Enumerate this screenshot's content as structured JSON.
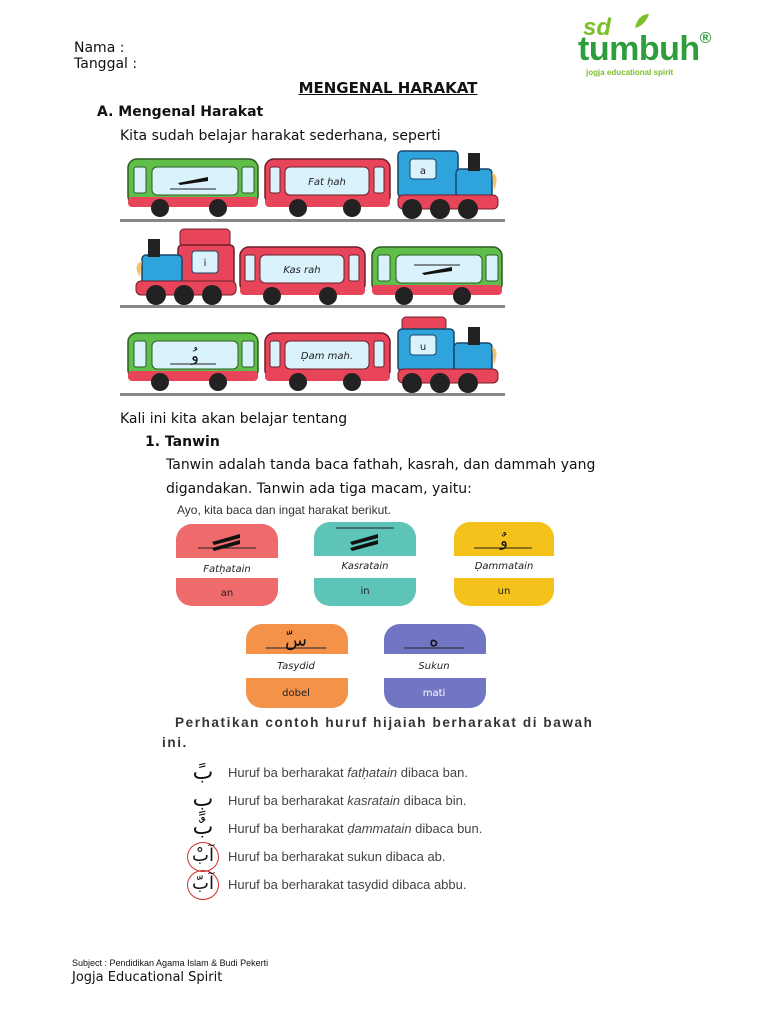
{
  "header": {
    "nama_label": "Nama :",
    "tanggal_label": "Tanggal :"
  },
  "logo": {
    "sd": "sd",
    "name": "tumbuh",
    "registered": "®",
    "tagline": "jogja educational spirit",
    "colors": {
      "primary": "#2e9e3c",
      "accent": "#7cbf2a"
    }
  },
  "title": "MENGENAL HARAKAT",
  "section_a": {
    "heading": "A. Mengenal Harakat",
    "intro": "Kita sudah belajar harakat sederhana, seperti",
    "trains": [
      {
        "name": "Fat ḥah",
        "sound": "a",
        "mark_icon": "fathah-mark"
      },
      {
        "name": "Kas rah",
        "sound": "i",
        "mark_icon": "kasrah-mark"
      },
      {
        "name": "Ḍam mah.",
        "sound": "u",
        "mark_icon": "dammah-mark"
      }
    ],
    "next": "Kali ini kita akan belajar tentang"
  },
  "tanwin": {
    "heading": "1. Tanwin",
    "line1": "Tanwin adalah tanda baca fathah, kasrah, dan dammah yang",
    "line2": "digandakan. Tanwin ada tiga macam, yaitu:",
    "card_intro": "Ayo, kita baca dan ingat harakat berikut.",
    "cards": [
      {
        "name": "Fatḥatain",
        "reading": "an",
        "color": "#ef6b6b"
      },
      {
        "name": "Kasratain",
        "reading": "in",
        "color": "#5ec4b8"
      },
      {
        "name": "Ḍammatain",
        "reading": "un",
        "color": "#f5c21b"
      },
      {
        "name": "Tasydid",
        "reading": "dobel",
        "color": "#f5924a"
      },
      {
        "name": "Sukun",
        "reading": "mati",
        "color": "#7075c4"
      }
    ],
    "examples_intro_1": "Perhatikan contoh huruf hijaiah berharakat di bawah",
    "examples_intro_2": "ini.",
    "examples": [
      {
        "arabic": "بً",
        "pre": "Huruf ba berharakat ",
        "term": "fatḥatain",
        "post": " dibaca ban."
      },
      {
        "arabic": "بٍ",
        "pre": "Huruf ba berharakat ",
        "term": "kasratain",
        "post": " dibaca bin."
      },
      {
        "arabic": "بٌ",
        "pre": "Huruf ba berharakat ",
        "term": "ḍammatain",
        "post": " dibaca bun."
      },
      {
        "arabic": "آبْ",
        "pre": "Huruf ba berharakat sukun dibaca ab.",
        "term": "",
        "post": ""
      },
      {
        "arabic": "آبّ",
        "pre": "Huruf ba berharakat tasydid dibaca abbu.",
        "term": "",
        "post": ""
      }
    ]
  },
  "footer": {
    "subject": "Subject : Pendidikan Agama Islam & Budi Pekerti",
    "brand": "Jogja Educational Spirit"
  }
}
